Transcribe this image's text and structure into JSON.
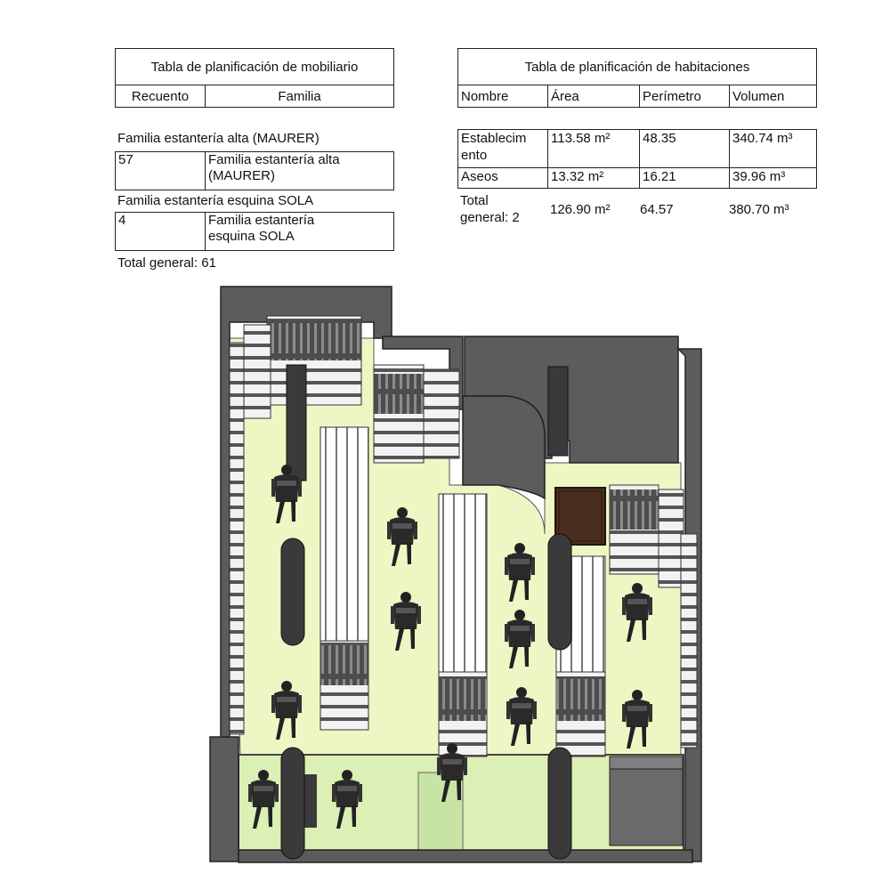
{
  "furniture_schedule": {
    "title": "Tabla de planificación de mobiliario",
    "headers": [
      "Recuento",
      "Familia"
    ],
    "groups": [
      {
        "group_label": "Familia estantería alta (MAURER)",
        "count": "57",
        "family_line1": "Familia estantería alta",
        "family_line2": "(MAURER)"
      },
      {
        "group_label": "Familia estantería esquina SOLA",
        "count": "4",
        "family_line1": "Familia estantería",
        "family_line2": "esquina SOLA"
      }
    ],
    "grand_total": "Total general: 61"
  },
  "room_schedule": {
    "title": "Tabla de planificación de habitaciones",
    "headers": [
      "Nombre",
      "Área",
      "Perímetro",
      "Volumen"
    ],
    "rows": [
      {
        "name_line1": "Establecim",
        "name_line2": "ento",
        "area": "113.58 m²",
        "perimeter": "48.35",
        "volume": "340.74 m³"
      },
      {
        "name_line1": "Aseos",
        "name_line2": "",
        "area": "13.32 m²",
        "perimeter": "16.21",
        "volume": "39.96 m³"
      }
    ],
    "total": {
      "name_line1": "Total",
      "name_line2": "general: 2",
      "area": "126.90 m²",
      "perimeter": "64.57",
      "volume": "380.70 m³"
    }
  },
  "colors": {
    "floor": "#eef7c4",
    "wall": "#5c5c5c",
    "shelf": "#e6e6e6",
    "door": "#4a2e20",
    "person": "#2a2a2a"
  }
}
